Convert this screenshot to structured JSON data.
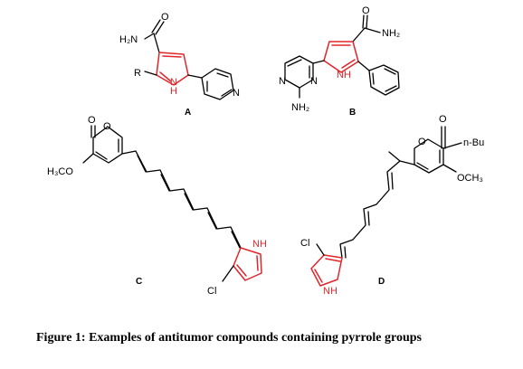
{
  "figure": {
    "caption": "Figure 1: Examples of antitumor compounds containing pyrrole groups"
  },
  "compounds": [
    {
      "id": "A",
      "label": "A",
      "atoms": {
        "amide_o": "O",
        "amide_n": "H₂N",
        "r_group": "R",
        "pyrrole_nh": "N",
        "pyrrole_h": "H",
        "pyridine_n": "N"
      }
    },
    {
      "id": "B",
      "label": "B",
      "atoms": {
        "amide_o": "O",
        "amide_n": "NH₂",
        "pyrimidine_n1": "N",
        "pyrimidine_n2": "N",
        "amine": "NH₂",
        "pyrrole_nh": "N",
        "pyrrole_h": "H"
      }
    },
    {
      "id": "C",
      "label": "C",
      "atoms": {
        "carbonyl_o": "O",
        "ring_o": "O",
        "methoxy": "H₃CO",
        "pyrrole_nh": "NH",
        "chloro": "Cl"
      }
    },
    {
      "id": "D",
      "label": "D",
      "atoms": {
        "carbonyl_o": "O",
        "ring_o": "O",
        "butyl": "n-Bu",
        "methoxy": "OCH₃",
        "pyrrole_nh": "NH",
        "chloro": "Cl"
      }
    }
  ],
  "colors": {
    "pyrrole_highlight": "#e0262b",
    "bond": "#000000"
  }
}
